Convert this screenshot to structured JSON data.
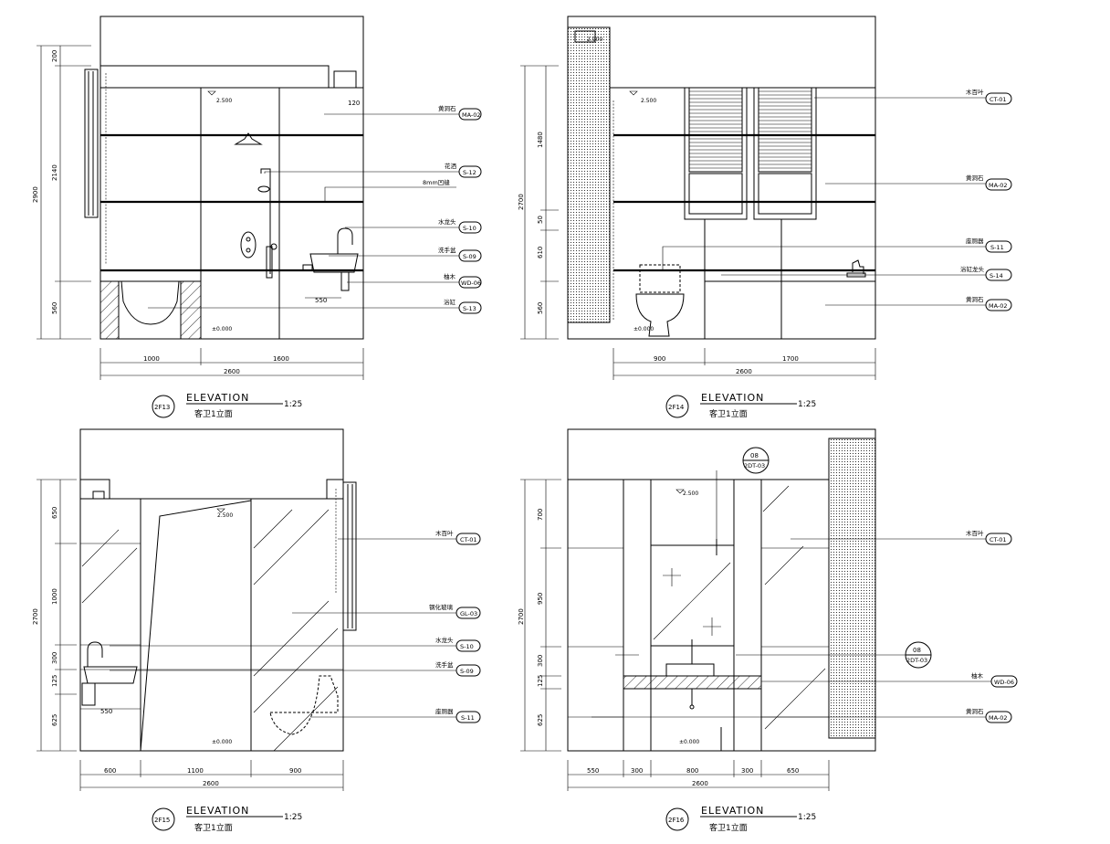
{
  "drawings": [
    {
      "id": "2F13",
      "title": "ELEVATION",
      "subtitle": "客卫1立面",
      "scale": "1:25",
      "dims_vertical": [
        "200",
        "2140",
        "560",
        "2900"
      ],
      "dims_horizontal": [
        "1000",
        "1600",
        "2600"
      ],
      "levels": [
        "2.500",
        "±0.000"
      ],
      "notes": [
        "120",
        "550"
      ],
      "callouts": [
        {
          "label": "黄洞石",
          "tag": "MA-02"
        },
        {
          "label": "花洒",
          "tag": "S-12"
        },
        {
          "label": "8mm凹缝",
          "tag": ""
        },
        {
          "label": "水龙头",
          "tag": "S-10"
        },
        {
          "label": "洗手盆",
          "tag": "S-09"
        },
        {
          "label": "柚木",
          "tag": "WD-06"
        },
        {
          "label": "浴缸",
          "tag": "S-13"
        }
      ]
    },
    {
      "id": "2F14",
      "title": "ELEVATION",
      "subtitle": "客卫1立面",
      "scale": "1:25",
      "dims_vertical": [
        "1480",
        "50",
        "610",
        "560",
        "2700"
      ],
      "dims_horizontal": [
        "900",
        "1700",
        "2600"
      ],
      "levels": [
        "2.900",
        "2.500",
        "±0.000"
      ],
      "callouts": [
        {
          "label": "木百叶",
          "tag": "CT-01"
        },
        {
          "label": "黄洞石",
          "tag": "MA-02"
        },
        {
          "label": "座厕器",
          "tag": "S-11"
        },
        {
          "label": "浴缸龙头",
          "tag": "S-14"
        },
        {
          "label": "黄洞石",
          "tag": "MA-02"
        }
      ]
    },
    {
      "id": "2F15",
      "title": "ELEVATION",
      "subtitle": "客卫1立面",
      "scale": "1:25",
      "dims_vertical": [
        "650",
        "1000",
        "300",
        "125",
        "625",
        "2700"
      ],
      "dims_horizontal": [
        "600",
        "1100",
        "900",
        "2600"
      ],
      "levels": [
        "2.500",
        "±0.000"
      ],
      "notes": [
        "550"
      ],
      "callouts": [
        {
          "label": "木百叶",
          "tag": "CT-01"
        },
        {
          "label": "钢化玻璃",
          "tag": "GL-03"
        },
        {
          "label": "水龙头",
          "tag": "S-10"
        },
        {
          "label": "洗手盆",
          "tag": "S-09"
        },
        {
          "label": "座厕器",
          "tag": "S-11"
        }
      ]
    },
    {
      "id": "2F16",
      "title": "ELEVATION",
      "subtitle": "客卫1立面",
      "scale": "1:25",
      "dims_vertical": [
        "700",
        "950",
        "300",
        "125",
        "625",
        "2700"
      ],
      "dims_horizontal": [
        "550",
        "300",
        "800",
        "300",
        "650",
        "2600"
      ],
      "levels": [
        "2.500",
        "±0.000"
      ],
      "detail_refs": [
        {
          "num": "08",
          "sheet": "2DT-03"
        },
        {
          "num": "08",
          "sheet": "2DT-03"
        }
      ],
      "callouts": [
        {
          "label": "木百叶",
          "tag": "CT-01"
        },
        {
          "label": "柚木",
          "tag": "WD-06"
        },
        {
          "label": "黄洞石",
          "tag": "MA-02"
        }
      ]
    }
  ]
}
